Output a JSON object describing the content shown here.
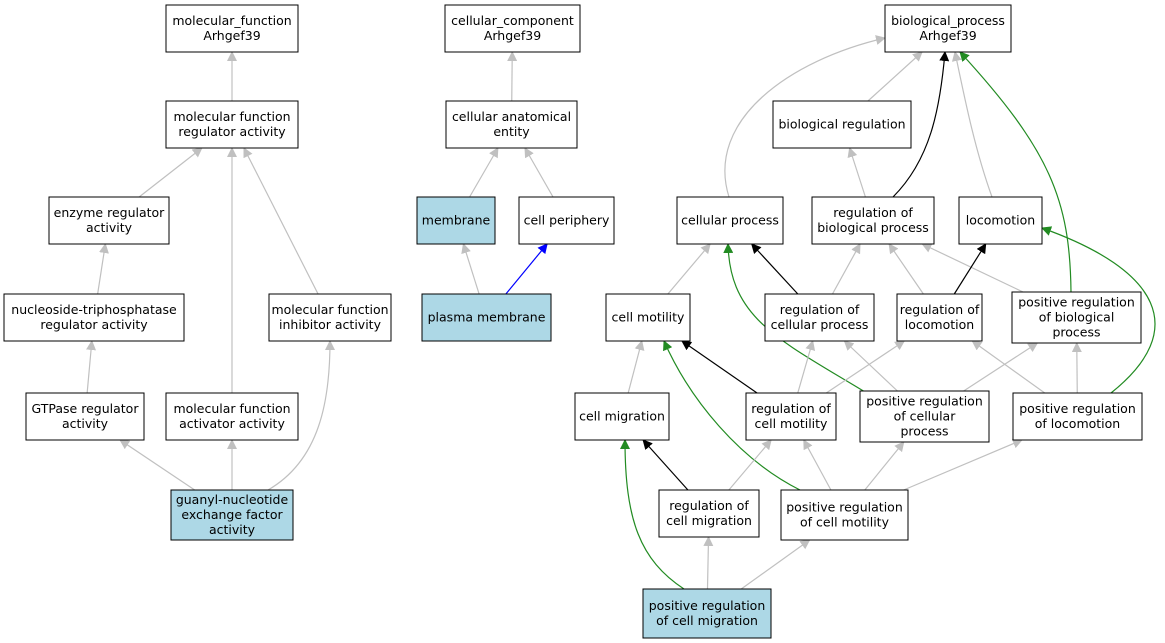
{
  "colors": {
    "node_fill": "#ffffff",
    "highlight_fill": "#add8e6",
    "is_a_edge": "#c0c0c0",
    "regulates_edge": "#000000",
    "positively_regulates_edge": "#228b22",
    "part_of_edge": "#0000ff"
  },
  "nodes": [
    {
      "id": "mf_root",
      "lines": [
        "molecular_function",
        "Arhgef39"
      ],
      "highlight": false
    },
    {
      "id": "mfra",
      "lines": [
        "molecular function",
        "regulator activity"
      ],
      "highlight": false
    },
    {
      "id": "era",
      "lines": [
        "enzyme regulator",
        "activity"
      ],
      "highlight": false
    },
    {
      "id": "ntpra",
      "lines": [
        "nucleoside-triphosphatase",
        "regulator activity"
      ],
      "highlight": false
    },
    {
      "id": "mfia",
      "lines": [
        "molecular function",
        "inhibitor activity"
      ],
      "highlight": false
    },
    {
      "id": "gtpra",
      "lines": [
        "GTPase regulator",
        "activity"
      ],
      "highlight": false
    },
    {
      "id": "mfaa",
      "lines": [
        "molecular function",
        "activator activity"
      ],
      "highlight": false
    },
    {
      "id": "gnef",
      "lines": [
        "guanyl-nucleotide",
        "exchange factor",
        "activity"
      ],
      "highlight": true
    },
    {
      "id": "cc_root",
      "lines": [
        "cellular_component",
        "Arhgef39"
      ],
      "highlight": false
    },
    {
      "id": "cae",
      "lines": [
        "cellular anatomical",
        "entity"
      ],
      "highlight": false
    },
    {
      "id": "membrane",
      "lines": [
        "membrane"
      ],
      "highlight": true
    },
    {
      "id": "cper",
      "lines": [
        "cell periphery"
      ],
      "highlight": false
    },
    {
      "id": "pm",
      "lines": [
        "plasma membrane"
      ],
      "highlight": true
    },
    {
      "id": "bp_root",
      "lines": [
        "biological_process",
        "Arhgef39"
      ],
      "highlight": false
    },
    {
      "id": "breg",
      "lines": [
        "biological regulation"
      ],
      "highlight": false
    },
    {
      "id": "cproc",
      "lines": [
        "cellular process"
      ],
      "highlight": false
    },
    {
      "id": "rbp",
      "lines": [
        "regulation of",
        "biological process"
      ],
      "highlight": false
    },
    {
      "id": "loco",
      "lines": [
        "locomotion"
      ],
      "highlight": false
    },
    {
      "id": "cmot",
      "lines": [
        "cell motility"
      ],
      "highlight": false
    },
    {
      "id": "rcp",
      "lines": [
        "regulation of",
        "cellular process"
      ],
      "highlight": false
    },
    {
      "id": "rloc",
      "lines": [
        "regulation of",
        "locomotion"
      ],
      "highlight": false
    },
    {
      "id": "prbp",
      "lines": [
        "positive regulation",
        "of biological",
        "process"
      ],
      "highlight": false
    },
    {
      "id": "cmig",
      "lines": [
        "cell migration"
      ],
      "highlight": false
    },
    {
      "id": "rcm",
      "lines": [
        "regulation of",
        "cell motility"
      ],
      "highlight": false
    },
    {
      "id": "prcp",
      "lines": [
        "positive regulation",
        "of cellular",
        "process"
      ],
      "highlight": false
    },
    {
      "id": "prl",
      "lines": [
        "positive regulation",
        "of locomotion"
      ],
      "highlight": false
    },
    {
      "id": "rcmig",
      "lines": [
        "regulation of",
        "cell migration"
      ],
      "highlight": false
    },
    {
      "id": "prcm",
      "lines": [
        "positive regulation",
        "of cell motility"
      ],
      "highlight": false
    },
    {
      "id": "prcmig",
      "lines": [
        "positive regulation",
        "of cell migration"
      ],
      "highlight": true
    }
  ],
  "edges": [
    {
      "from": "mfra",
      "to": "mf_root",
      "type": "is_a"
    },
    {
      "from": "era",
      "to": "mfra",
      "type": "is_a"
    },
    {
      "from": "mfaa",
      "to": "mfra",
      "type": "is_a"
    },
    {
      "from": "mfia",
      "to": "mfra",
      "type": "is_a"
    },
    {
      "from": "ntpra",
      "to": "era",
      "type": "is_a"
    },
    {
      "from": "gtpra",
      "to": "ntpra",
      "type": "is_a"
    },
    {
      "from": "gnef",
      "to": "gtpra",
      "type": "is_a"
    },
    {
      "from": "gnef",
      "to": "mfaa",
      "type": "is_a"
    },
    {
      "from": "gnef",
      "to": "mfia",
      "type": "is_a"
    },
    {
      "from": "cae",
      "to": "cc_root",
      "type": "is_a"
    },
    {
      "from": "membrane",
      "to": "cae",
      "type": "is_a"
    },
    {
      "from": "cper",
      "to": "cae",
      "type": "is_a"
    },
    {
      "from": "pm",
      "to": "membrane",
      "type": "is_a"
    },
    {
      "from": "pm",
      "to": "cper",
      "type": "part_of"
    },
    {
      "from": "cproc",
      "to": "bp_root",
      "type": "is_a"
    },
    {
      "from": "breg",
      "to": "bp_root",
      "type": "is_a"
    },
    {
      "from": "rbp",
      "to": "bp_root",
      "type": "regulates"
    },
    {
      "from": "loco",
      "to": "bp_root",
      "type": "is_a"
    },
    {
      "from": "prbp",
      "to": "bp_root",
      "type": "positively_regulates"
    },
    {
      "from": "rbp",
      "to": "breg",
      "type": "is_a"
    },
    {
      "from": "cmot",
      "to": "cproc",
      "type": "is_a"
    },
    {
      "from": "rcp",
      "to": "cproc",
      "type": "regulates"
    },
    {
      "from": "prcp",
      "to": "cproc",
      "type": "positively_regulates"
    },
    {
      "from": "rcp",
      "to": "rbp",
      "type": "is_a"
    },
    {
      "from": "rloc",
      "to": "rbp",
      "type": "is_a"
    },
    {
      "from": "prbp",
      "to": "rbp",
      "type": "is_a"
    },
    {
      "from": "rloc",
      "to": "loco",
      "type": "regulates"
    },
    {
      "from": "prl",
      "to": "loco",
      "type": "positively_regulates"
    },
    {
      "from": "cmig",
      "to": "cmot",
      "type": "is_a"
    },
    {
      "from": "rcm",
      "to": "cmot",
      "type": "regulates"
    },
    {
      "from": "prcm",
      "to": "cmot",
      "type": "positively_regulates"
    },
    {
      "from": "rcm",
      "to": "rcp",
      "type": "is_a"
    },
    {
      "from": "prcp",
      "to": "rcp",
      "type": "is_a"
    },
    {
      "from": "rcm",
      "to": "rloc",
      "type": "is_a"
    },
    {
      "from": "prl",
      "to": "rloc",
      "type": "is_a"
    },
    {
      "from": "prcp",
      "to": "prbp",
      "type": "is_a"
    },
    {
      "from": "prl",
      "to": "prbp",
      "type": "is_a"
    },
    {
      "from": "rcmig",
      "to": "cmig",
      "type": "regulates"
    },
    {
      "from": "prcmig",
      "to": "cmig",
      "type": "positively_regulates"
    },
    {
      "from": "rcmig",
      "to": "rcm",
      "type": "is_a"
    },
    {
      "from": "prcm",
      "to": "rcm",
      "type": "is_a"
    },
    {
      "from": "prcm",
      "to": "prcp",
      "type": "is_a"
    },
    {
      "from": "prcm",
      "to": "prl",
      "type": "is_a"
    },
    {
      "from": "prcmig",
      "to": "rcmig",
      "type": "is_a"
    },
    {
      "from": "prcmig",
      "to": "prcm",
      "type": "is_a"
    }
  ]
}
